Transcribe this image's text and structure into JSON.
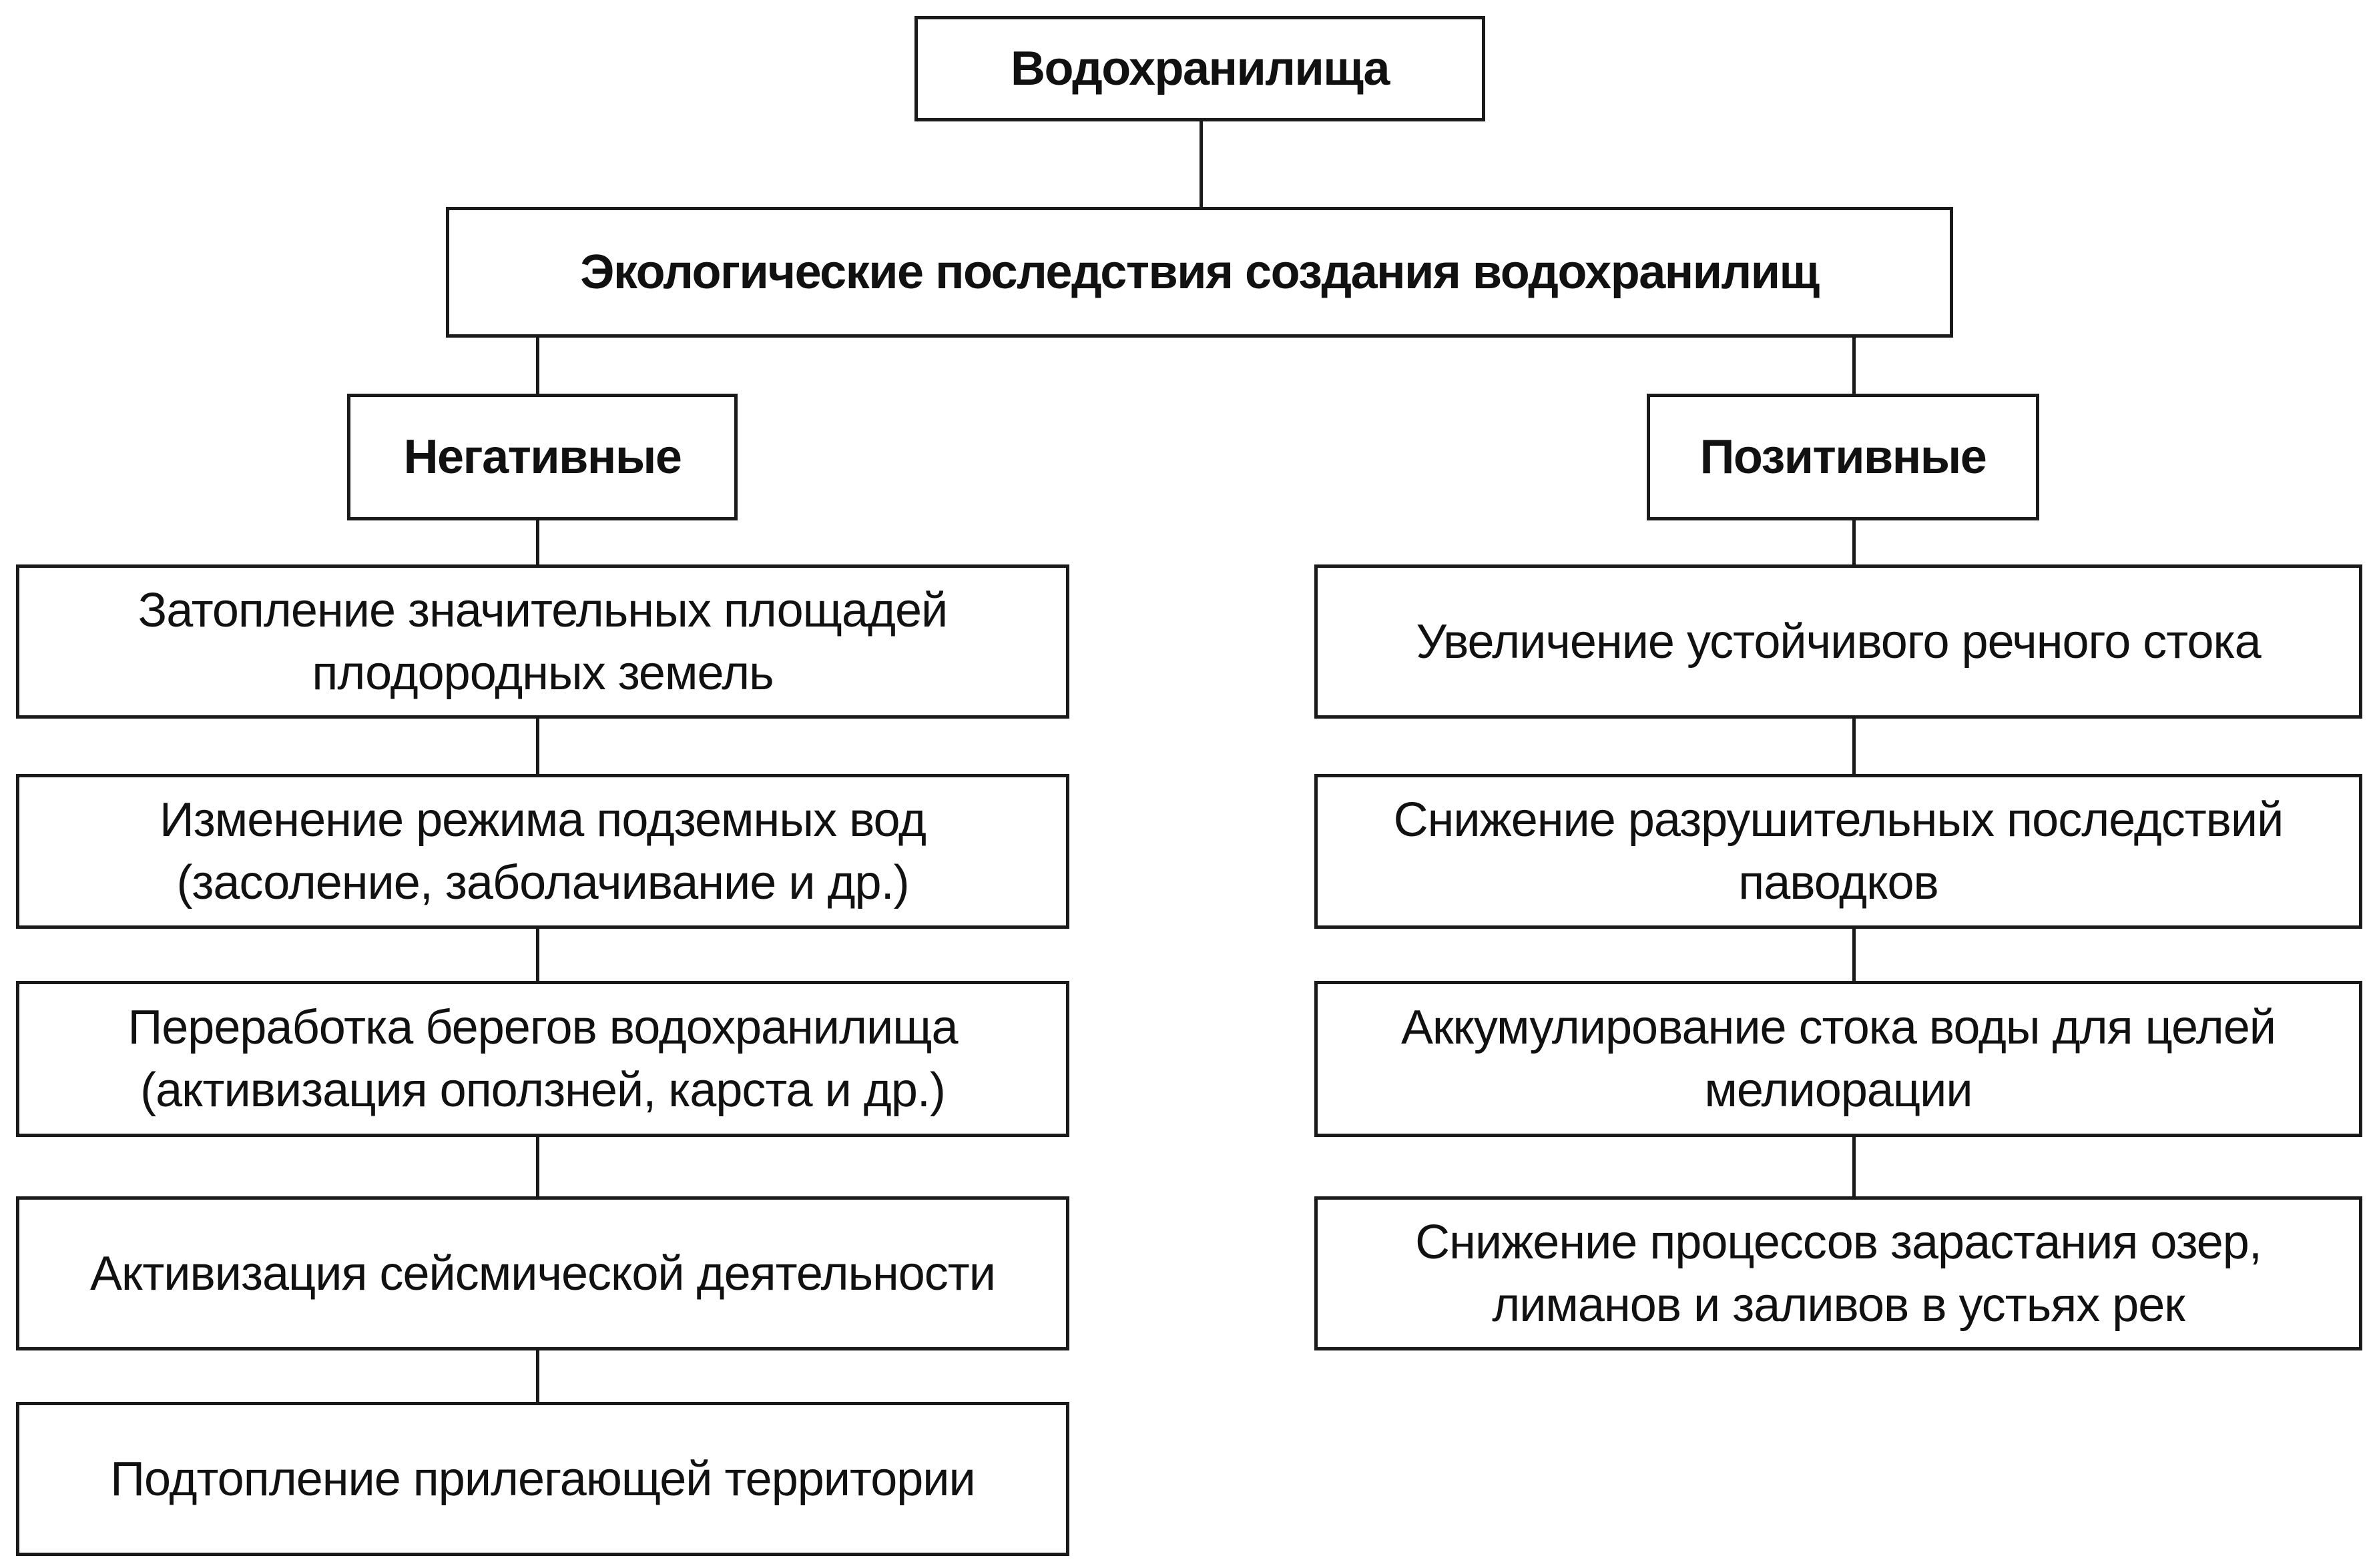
{
  "root": {
    "label": "Водохранилища"
  },
  "main": {
    "label": "Экологические последствия создания водохранилищ"
  },
  "negative": {
    "label": "Негативные",
    "items": [
      "Затопление значительных площадей плодородных земель",
      "Изменение режима подземных вод (засоление, заболачивание и др.)",
      "Переработка берегов водохранилища (активизация оползней, карста и др.)",
      "Активизация сейсмической деятельности",
      "Подтопление прилегающей территории"
    ]
  },
  "positive": {
    "label": "Позитивные",
    "items": [
      "Увеличение устойчивого речного стока",
      "Снижение разрушительных последствий паводков",
      "Аккумулирование стока воды для целей мелиорации",
      "Снижение процессов зарастания озер, лиманов и заливов в устьях рек"
    ]
  },
  "colors": {
    "line": "#1a1a1a",
    "background": "#ffffff",
    "text": "#111111"
  }
}
